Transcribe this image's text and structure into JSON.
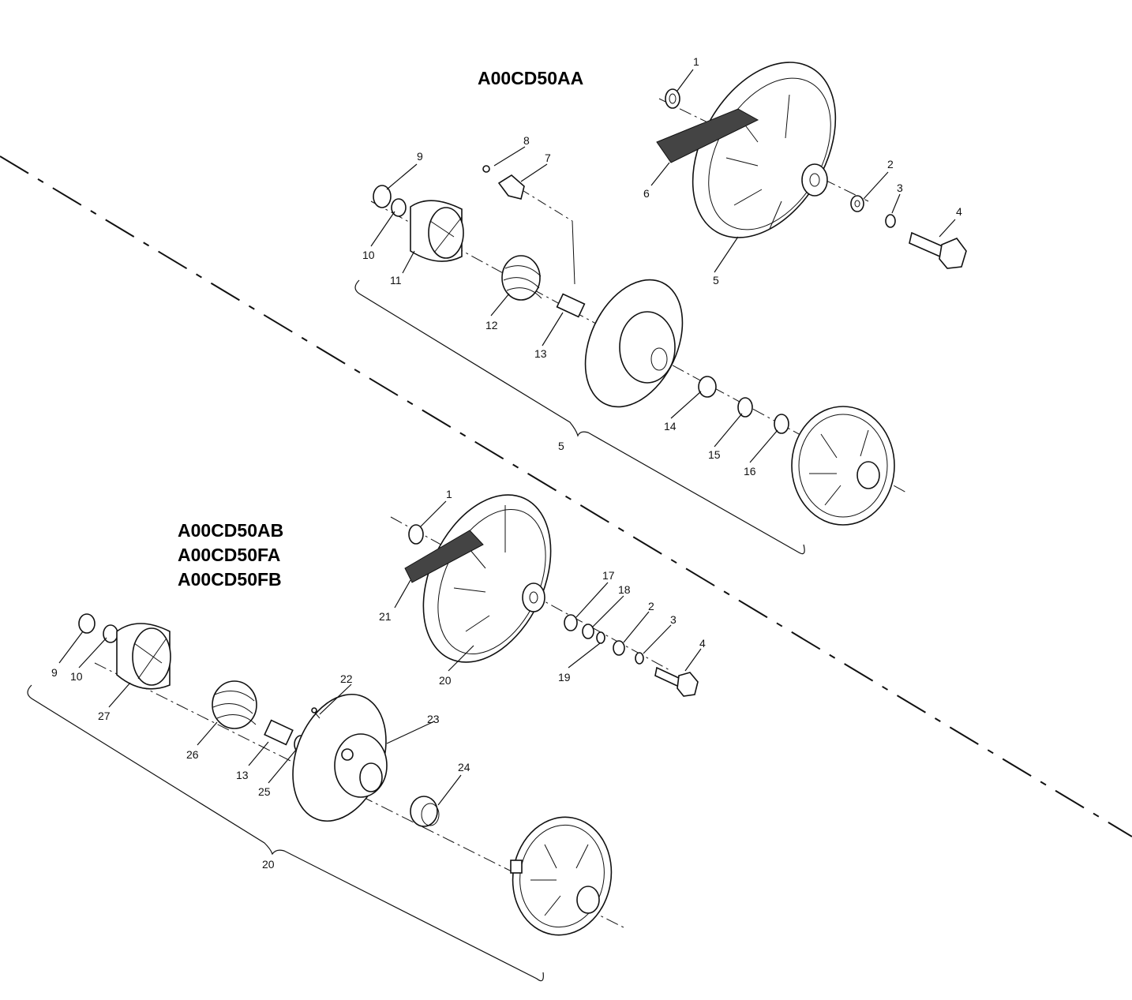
{
  "models": {
    "top": "A00CD50AA",
    "bottom": [
      "A00CD50AB",
      "A00CD50FA",
      "A00CD50FB"
    ]
  },
  "top_callouts": [
    "1",
    "2",
    "3",
    "4",
    "5",
    "6",
    "7",
    "8",
    "9",
    "10",
    "11",
    "12",
    "13",
    "14",
    "15",
    "16",
    "5"
  ],
  "bottom_callouts": [
    "1",
    "21",
    "17",
    "18",
    "2",
    "3",
    "4",
    "19",
    "20",
    "9",
    "10",
    "27",
    "26",
    "22",
    "23",
    "13",
    "25",
    "24",
    "20"
  ]
}
